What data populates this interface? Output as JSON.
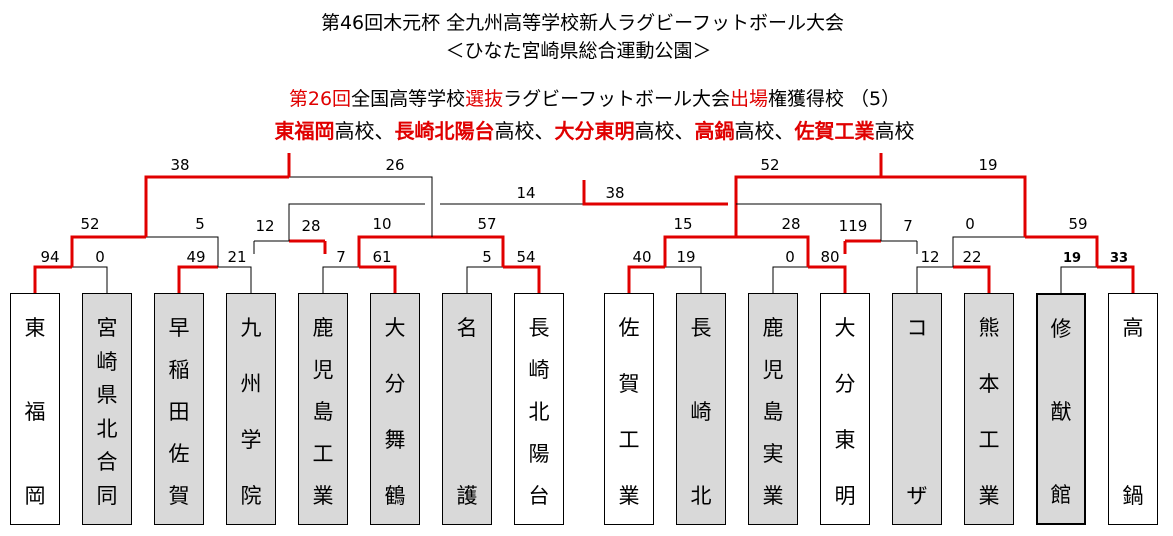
{
  "title": {
    "line1": "第46回木元杯 全九州高等学校新人ラグビーフットボール大会",
    "line2": "＜ひなた宮崎県総合運動公園＞",
    "line3": [
      {
        "text": "第26回",
        "red": true
      },
      {
        "text": "全国高等学校",
        "red": false
      },
      {
        "text": "選抜",
        "red": true
      },
      {
        "text": "ラグビーフットボール大会",
        "red": false
      },
      {
        "text": "出場",
        "red": true
      },
      {
        "text": "権獲得校 （5）",
        "red": false
      }
    ],
    "line4": [
      {
        "text": "東福岡",
        "red": true
      },
      {
        "text": "高校、",
        "red": false
      },
      {
        "text": "長崎北陽台",
        "red": true
      },
      {
        "text": "高校、",
        "red": false
      },
      {
        "text": "大分東明",
        "red": true
      },
      {
        "text": "高校、",
        "red": false
      },
      {
        "text": "高鍋",
        "red": true
      },
      {
        "text": "高校、",
        "red": false
      },
      {
        "text": "佐賀工業",
        "red": true
      },
      {
        "text": "高校",
        "red": false
      }
    ]
  },
  "colors": {
    "winner_line": "#e00000",
    "loser_line": "#000000",
    "gray_box": "#d9d9d9"
  },
  "teams": [
    {
      "name": "東福岡",
      "shaded": false
    },
    {
      "name": "宮崎県北合同",
      "shaded": true
    },
    {
      "name": "早稲田佐賀",
      "shaded": true
    },
    {
      "name": "九州学院",
      "shaded": true
    },
    {
      "name": "鹿児島工業",
      "shaded": true
    },
    {
      "name": "大分舞鶴",
      "shaded": true
    },
    {
      "name": "名護",
      "shaded": true
    },
    {
      "name": "長崎北陽台",
      "shaded": false
    },
    {
      "name": "佐賀工業",
      "shaded": false
    },
    {
      "name": "長崎北",
      "shaded": true
    },
    {
      "name": "鹿児島実業",
      "shaded": true
    },
    {
      "name": "大分東明",
      "shaded": false
    },
    {
      "name": "コザ",
      "shaded": true
    },
    {
      "name": "熊本工業",
      "shaded": true
    },
    {
      "name": "修猷館",
      "shaded": true
    },
    {
      "name": "高鍋",
      "shaded": false
    }
  ],
  "scores": {
    "r1": [
      "94",
      "0",
      "49",
      "21",
      "",
      "7",
      "61",
      "5",
      "54",
      "40",
      "19",
      "0",
      "80",
      "12",
      "22",
      "19",
      "33"
    ],
    "r2": [
      "52",
      "5",
      "12",
      "28",
      "10",
      "57",
      "15",
      "28",
      "119",
      "7",
      "0",
      "59"
    ],
    "r3": [
      "38",
      "26",
      "52",
      "19"
    ],
    "r4": [
      "14",
      "38"
    ]
  }
}
